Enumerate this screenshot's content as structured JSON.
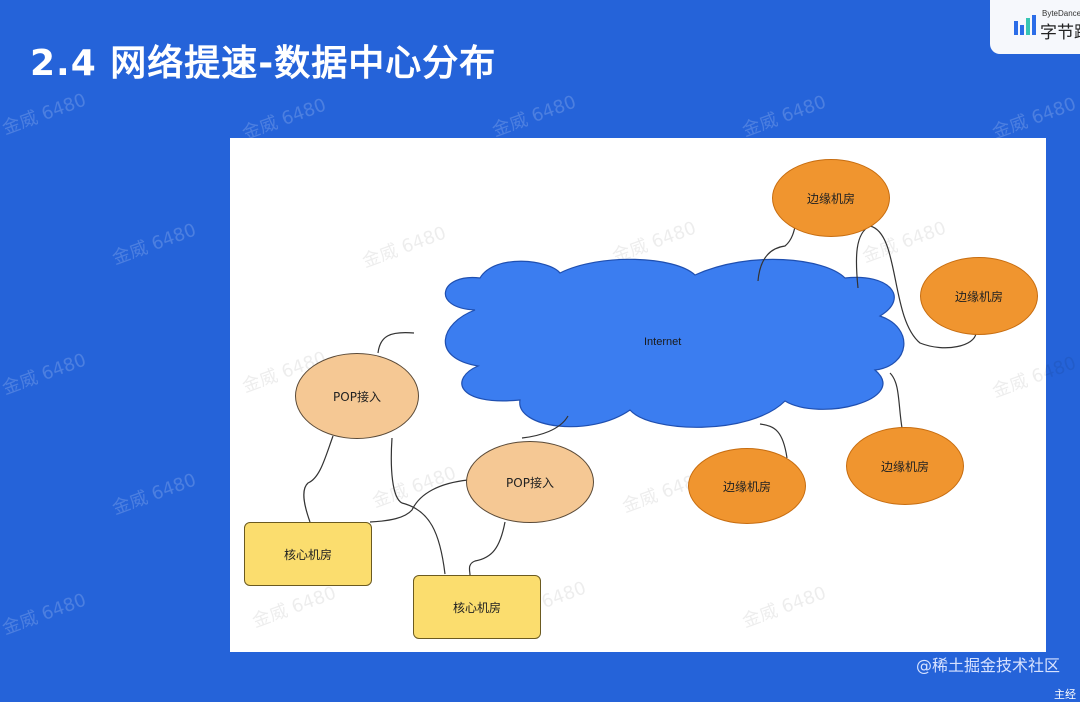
{
  "slide": {
    "title": "2.4 网络提速-数据中心分布"
  },
  "logo": {
    "small_text": "ByteDance",
    "big_text": "字节跳动",
    "brand_colors": [
      "#2b6de8",
      "#37c5b4"
    ]
  },
  "diagram": {
    "cloud_label": "Internet",
    "edge_label": "边缘机房",
    "pop_label": "POP接入",
    "core_label": "核心机房",
    "colors": {
      "cloud_fill": "#3b7df0",
      "edge_fill": "#f0952f",
      "pop_fill": "#f5c894",
      "core_fill": "#fbdd6e",
      "background": "#2563d9"
    }
  },
  "watermark": "金威 6480",
  "footer": {
    "credit": "@稀土掘金技术社区",
    "corner": "主经"
  }
}
